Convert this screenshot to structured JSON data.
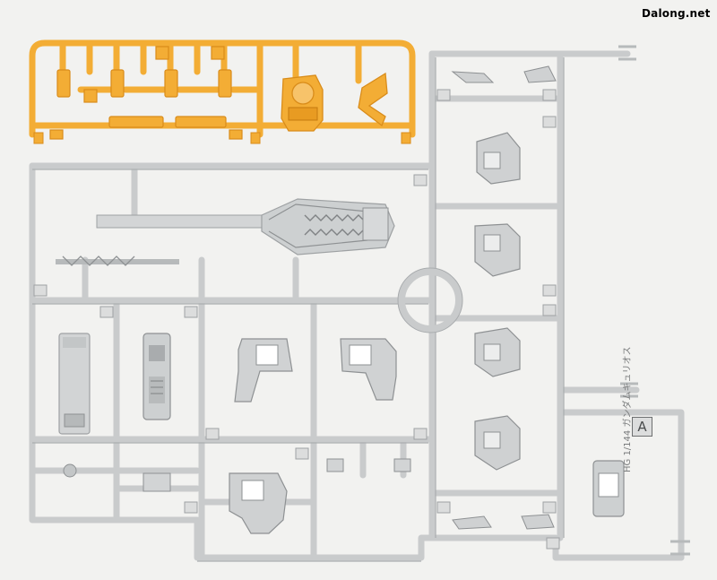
{
  "watermark": "Dalong.net",
  "runner_label": "A",
  "side_text": "HG 1/144 ガンダムキュリオス",
  "colors": {
    "background": "#f2f2f0",
    "gray_plastic": "#cfd1d2",
    "gray_shadow": "#9ea1a3",
    "orange_plastic": "#f3ad35",
    "orange_shadow": "#d98c1a"
  }
}
